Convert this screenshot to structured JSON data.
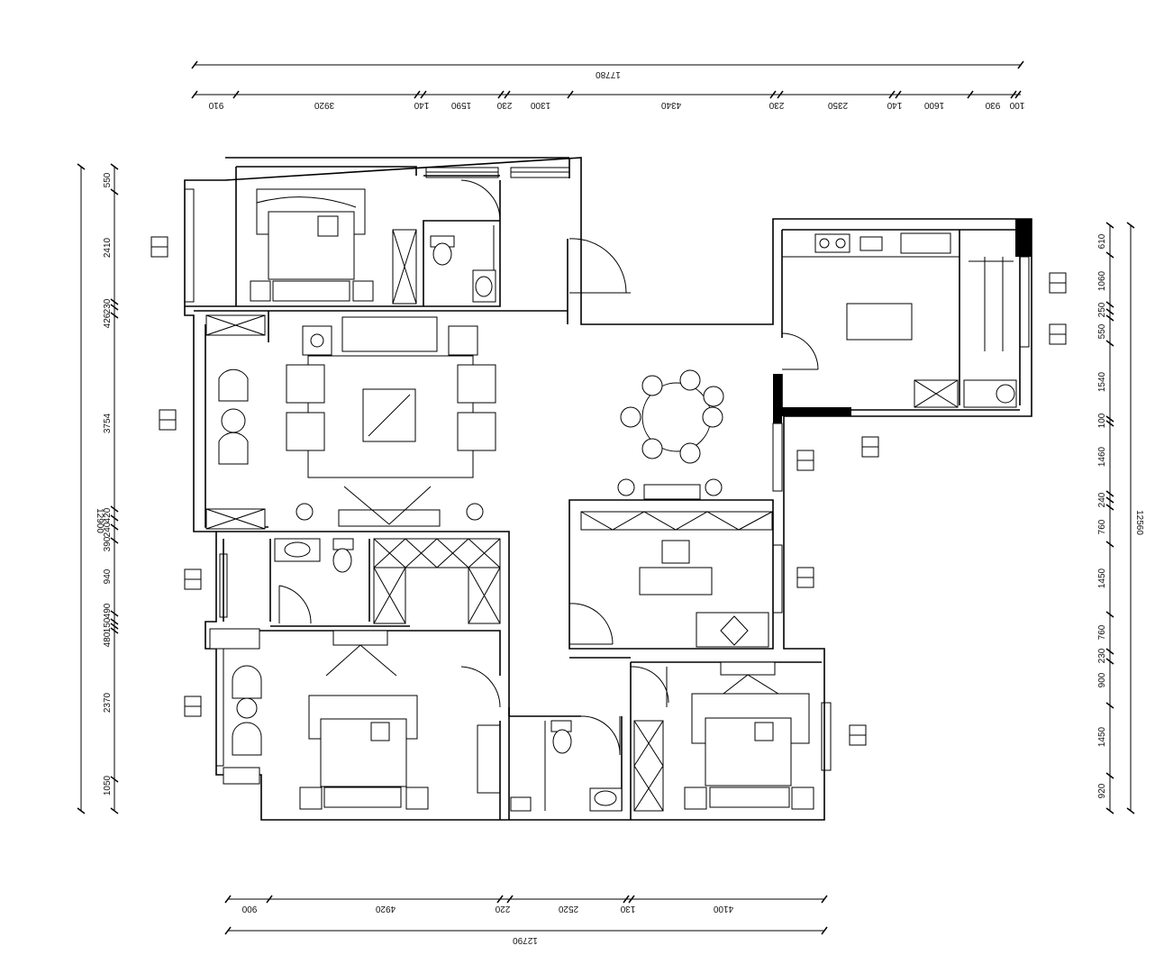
{
  "drawing": {
    "top": {
      "overall": "17780",
      "segments": [
        "910",
        "3920",
        "140",
        "1590",
        "230",
        "1300",
        "4340",
        "230",
        "2350",
        "140",
        "1600",
        "930",
        "100"
      ]
    },
    "left": {
      "overall": "12900",
      "segments": [
        "550",
        "2410",
        "230",
        "426",
        "3754",
        "420",
        "240",
        "390",
        "940",
        "490",
        "150",
        "480",
        "2370",
        "1050"
      ]
    },
    "right": {
      "overall": "12560",
      "segments": [
        "610",
        "1060",
        "250",
        "550",
        "1540",
        "100",
        "1460",
        "240",
        "760",
        "1450",
        "760",
        "230",
        "900",
        "1450",
        "920"
      ]
    },
    "bottom": {
      "overall": "12790",
      "segments": [
        "900",
        "4920",
        "220",
        "2520",
        "130",
        "4100"
      ]
    }
  }
}
